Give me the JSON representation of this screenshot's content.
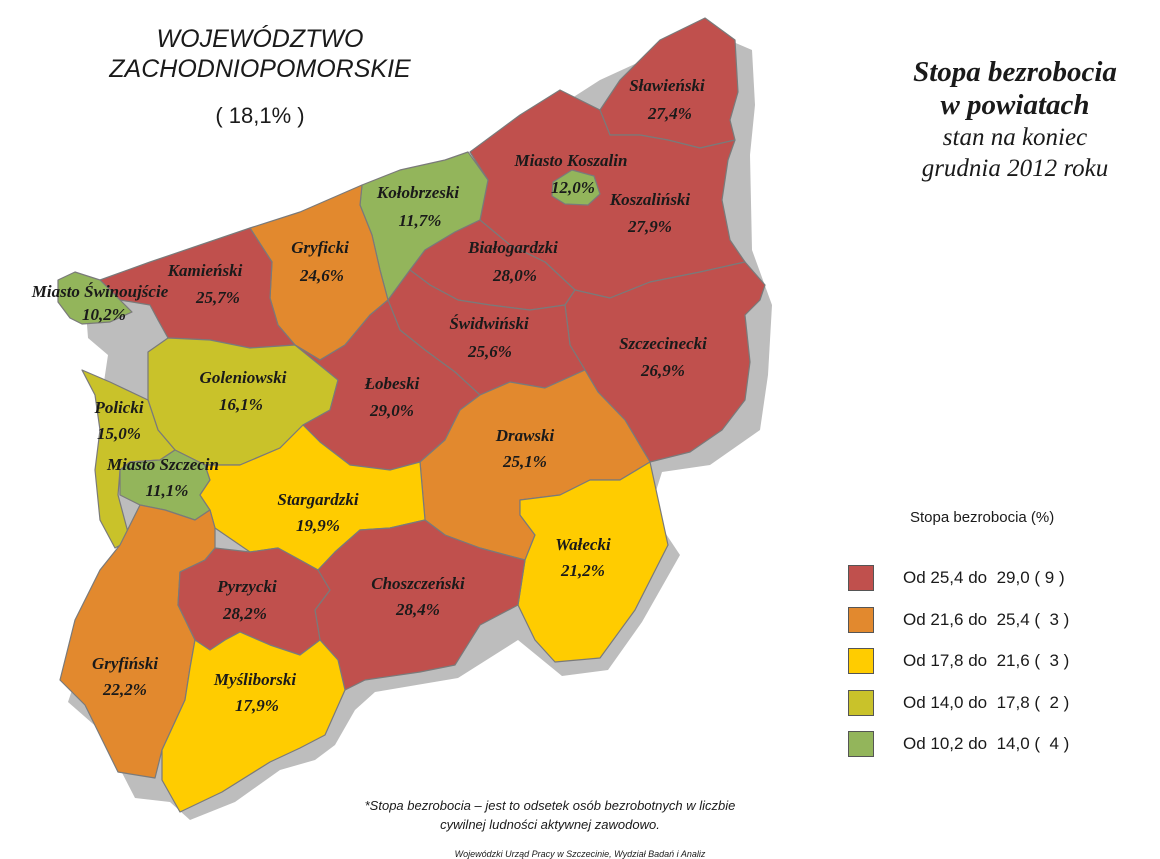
{
  "title": {
    "line1": "WOJEWÓDZTWO",
    "line2": "ZACHODNIOPOMORSKIE",
    "rate": "( 18,1% )"
  },
  "subtitle": {
    "line1": "Stopa bezrobocia",
    "line2": "w powiatach",
    "line3": "stan na koniec",
    "line4": "grudnia 2012 roku"
  },
  "legend": {
    "title": "Stopa bezrobocia (%)",
    "items": [
      {
        "label": "Od 25,4 do  29,0 ( 9 )",
        "color": "#c0504d"
      },
      {
        "label": "Od 21,6 do  25,4 (  3 )",
        "color": "#e2892e"
      },
      {
        "label": "Od 17,8 do  21,6 (  3 )",
        "color": "#ffcc00"
      },
      {
        "label": "Od 14,0 do  17,8 (  2 )",
        "color": "#c9c22a"
      },
      {
        "label": "Od 10,2 do  14,0 (  4 )",
        "color": "#93b55b"
      }
    ]
  },
  "districts": [
    {
      "name": "Sławieński",
      "rate": "27,4%",
      "value": 27.4,
      "color": "#c0504d"
    },
    {
      "name": "Miasto Koszalin",
      "rate": "12,0%",
      "value": 12.0,
      "color": "#93b55b"
    },
    {
      "name": "Koszaliński",
      "rate": "27,9%",
      "value": 27.9,
      "color": "#c0504d"
    },
    {
      "name": "Kołobrzeski",
      "rate": "11,7%",
      "value": 11.7,
      "color": "#93b55b"
    },
    {
      "name": "Białogardzki",
      "rate": "28,0%",
      "value": 28.0,
      "color": "#c0504d"
    },
    {
      "name": "Gryficki",
      "rate": "24,6%",
      "value": 24.6,
      "color": "#e2892e"
    },
    {
      "name": "Kamieński",
      "rate": "25,7%",
      "value": 25.7,
      "color": "#c0504d"
    },
    {
      "name": "Miasto Świnoujście",
      "rate": "10,2%",
      "value": 10.2,
      "color": "#93b55b"
    },
    {
      "name": "Świdwiński",
      "rate": "25,6%",
      "value": 25.6,
      "color": "#c0504d"
    },
    {
      "name": "Szczecinecki",
      "rate": "26,9%",
      "value": 26.9,
      "color": "#c0504d"
    },
    {
      "name": "Goleniowski",
      "rate": "16,1%",
      "value": 16.1,
      "color": "#c9c22a"
    },
    {
      "name": "Łobeski",
      "rate": "29,0%",
      "value": 29.0,
      "color": "#c0504d"
    },
    {
      "name": "Policki",
      "rate": "15,0%",
      "value": 15.0,
      "color": "#c9c22a"
    },
    {
      "name": "Drawski",
      "rate": "25,1%",
      "value": 25.1,
      "color": "#e2892e"
    },
    {
      "name": "Miasto Szczecin",
      "rate": "11,1%",
      "value": 11.1,
      "color": "#93b55b"
    },
    {
      "name": "Stargardzki",
      "rate": "19,9%",
      "value": 19.9,
      "color": "#ffcc00"
    },
    {
      "name": "Wałecki",
      "rate": "21,2%",
      "value": 21.2,
      "color": "#ffcc00"
    },
    {
      "name": "Pyrzycki",
      "rate": "28,2%",
      "value": 28.2,
      "color": "#c0504d"
    },
    {
      "name": "Choszczeński",
      "rate": "28,4%",
      "value": 28.4,
      "color": "#c0504d"
    },
    {
      "name": "Gryfiński",
      "rate": "22,2%",
      "value": 22.2,
      "color": "#e2892e"
    },
    {
      "name": "Myśliborski",
      "rate": "17,9%",
      "value": 17.9,
      "color": "#ffcc00"
    }
  ],
  "footnote": {
    "line1": "*Stopa bezrobocia  – jest to odsetek osób bezrobotnych w liczbie",
    "line2": "cywilnej ludności aktywnej zawodowo."
  },
  "source": "Wojewódzki Urząd Pracy w Szczecinie, Wydział Badań i Analiz"
}
